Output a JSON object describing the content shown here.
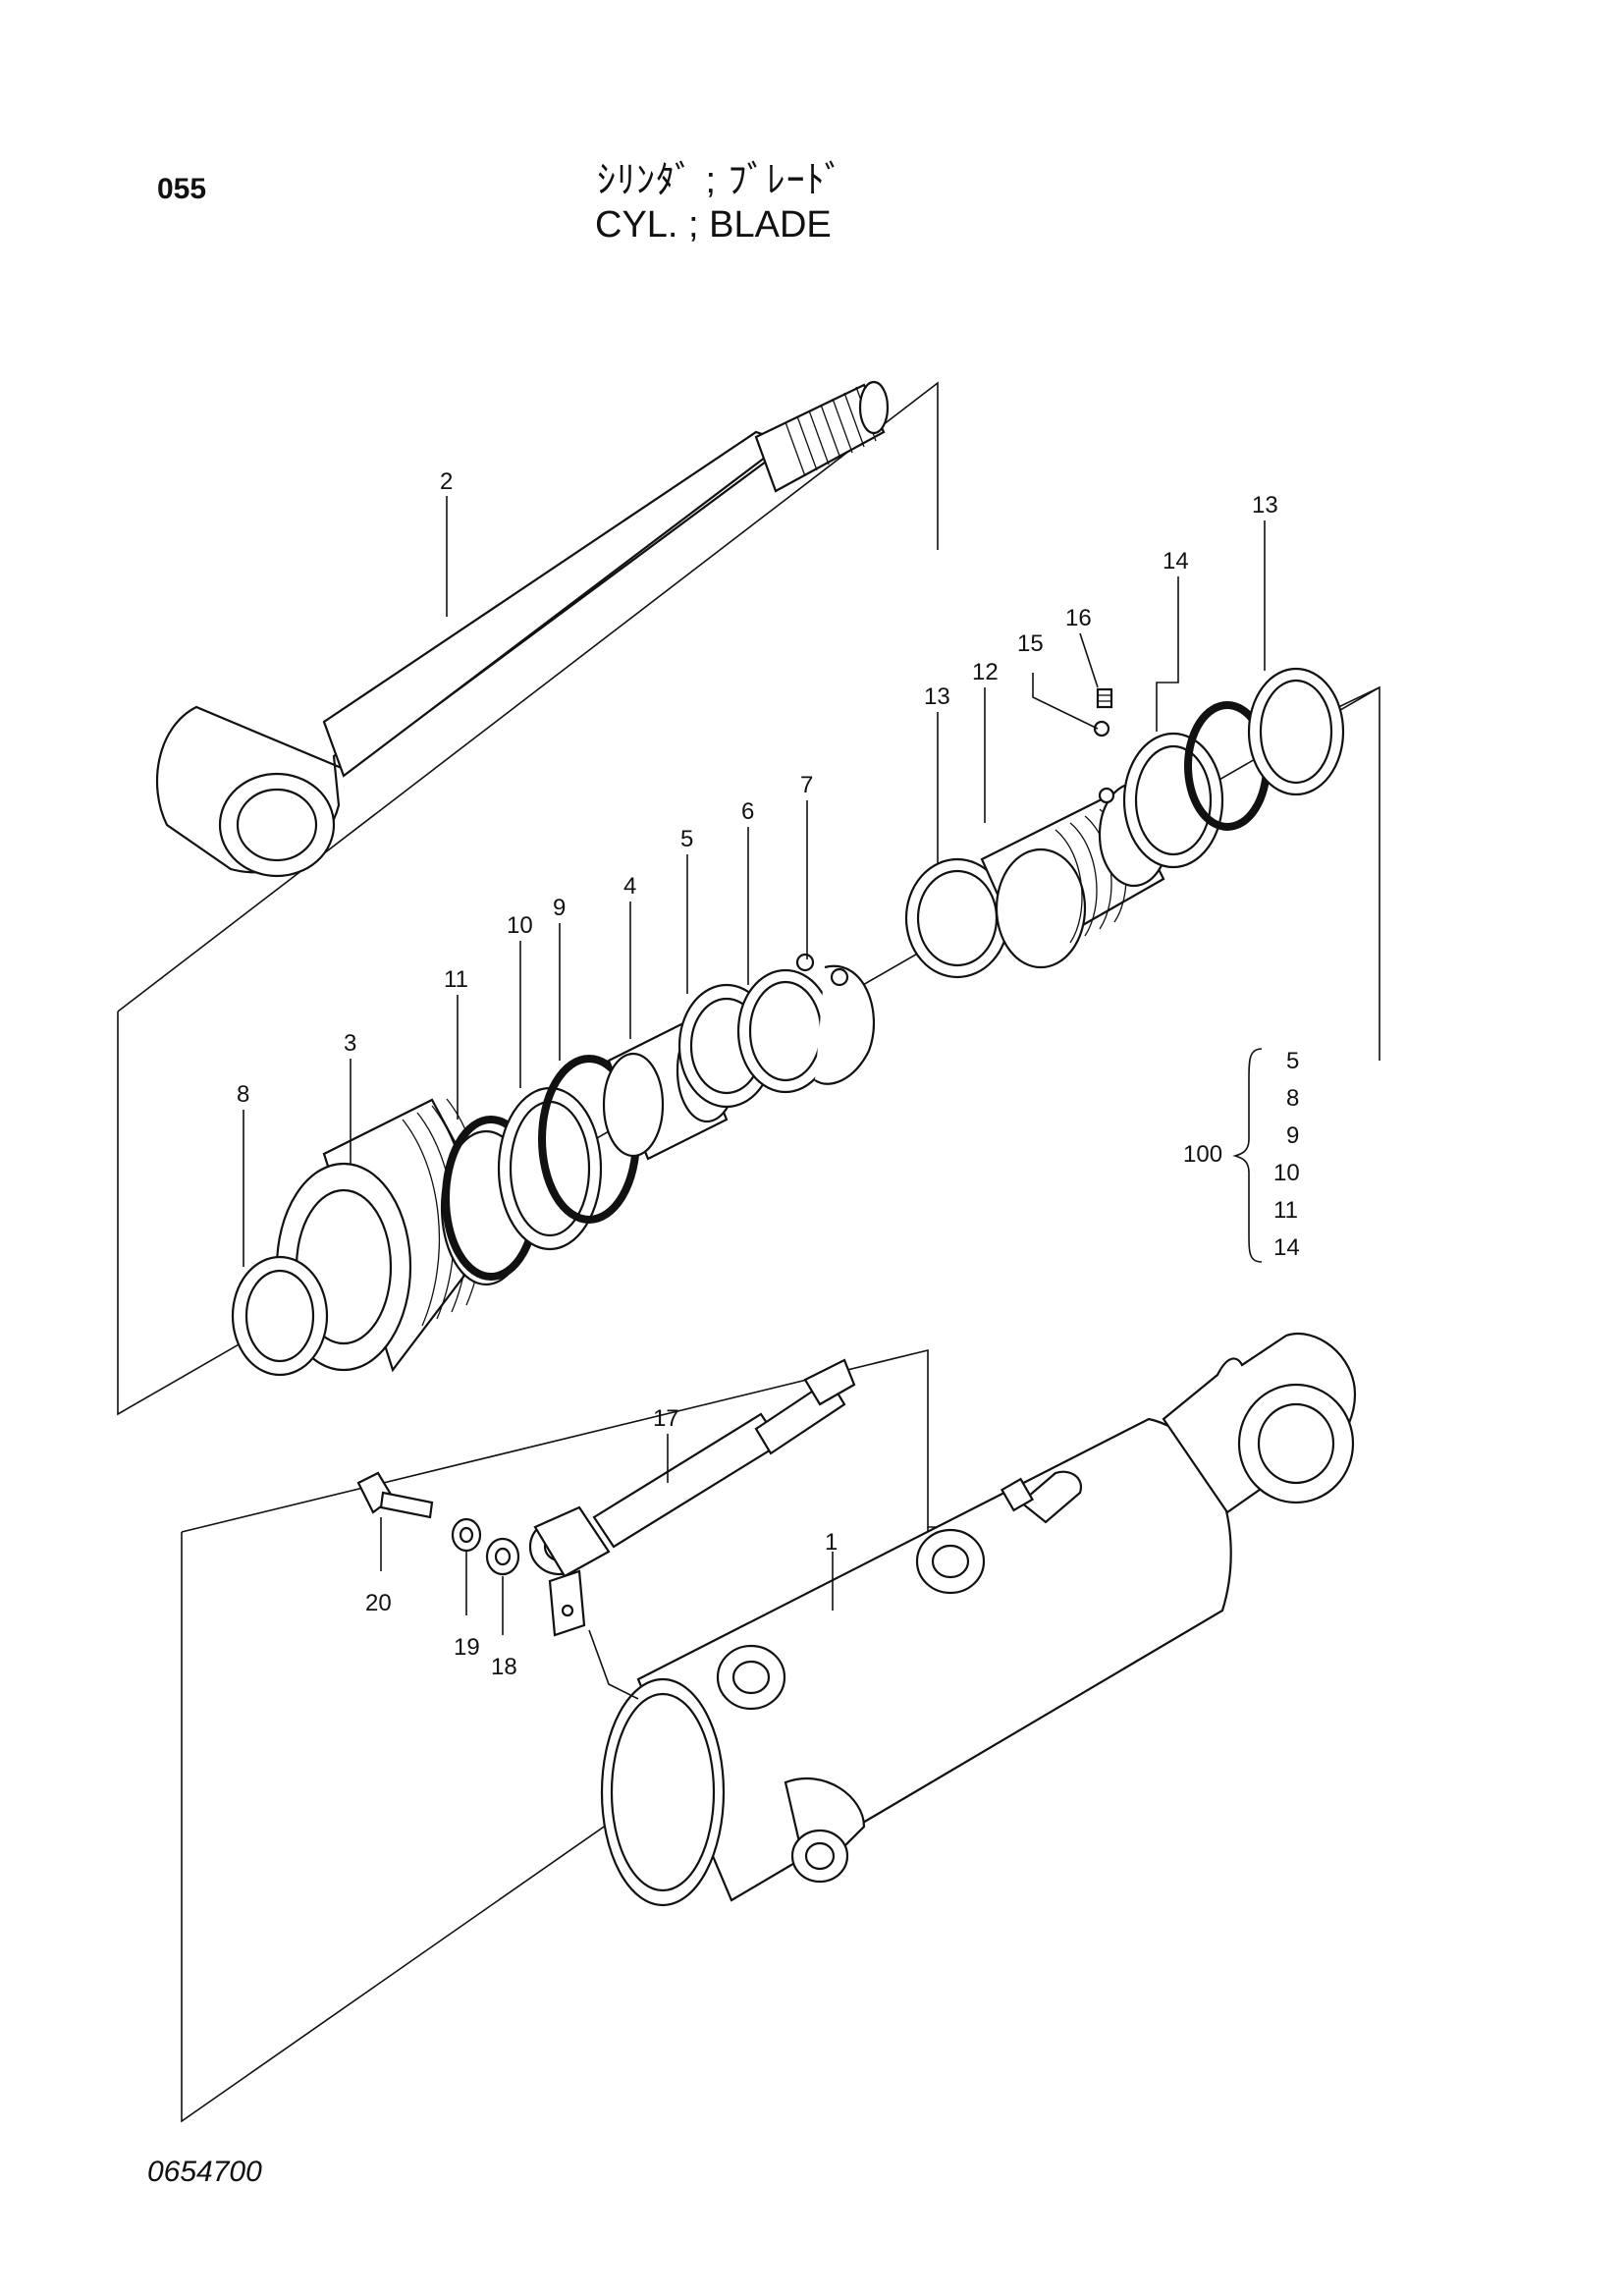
{
  "header": {
    "page_no": "055",
    "title_jp": "ｼﾘﾝﾀﾞ ; ﾌﾞﾚｰﾄﾞ",
    "title_en": "CYL. ; BLADE"
  },
  "footer": {
    "drawing_no": "0654700"
  },
  "callouts": {
    "p1": "1",
    "p2": "2",
    "p3": "3",
    "p4": "4",
    "p5": "5",
    "p6": "6",
    "p7": "7",
    "p8": "8",
    "p9": "9",
    "p10": "10",
    "p11": "11",
    "p12": "12",
    "p13a": "13",
    "p13b": "13",
    "p14": "14",
    "p15": "15",
    "p16": "16",
    "p17": "17",
    "p18": "18",
    "p19": "19",
    "p20": "20"
  },
  "kit": {
    "label": "100",
    "items": [
      "5",
      "8",
      "9",
      "10",
      "11",
      "14"
    ]
  }
}
